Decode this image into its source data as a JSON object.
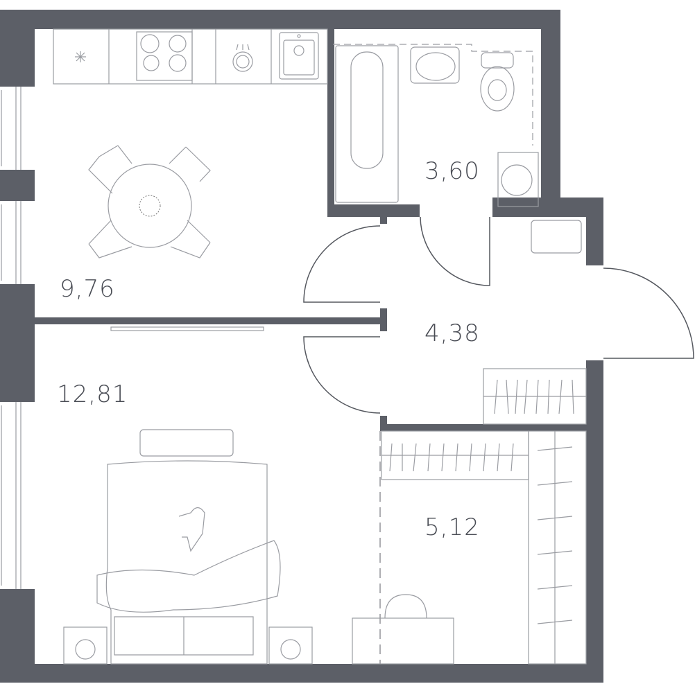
{
  "plan": {
    "wall_color": "#5c5f67",
    "rooms": [
      {
        "id": "kitchen",
        "area": "9,76"
      },
      {
        "id": "bathroom",
        "area": "3,60"
      },
      {
        "id": "hallway",
        "area": "4,38"
      },
      {
        "id": "bedroom",
        "area": "12,81"
      },
      {
        "id": "dressing-room",
        "area": "5,12"
      }
    ]
  }
}
